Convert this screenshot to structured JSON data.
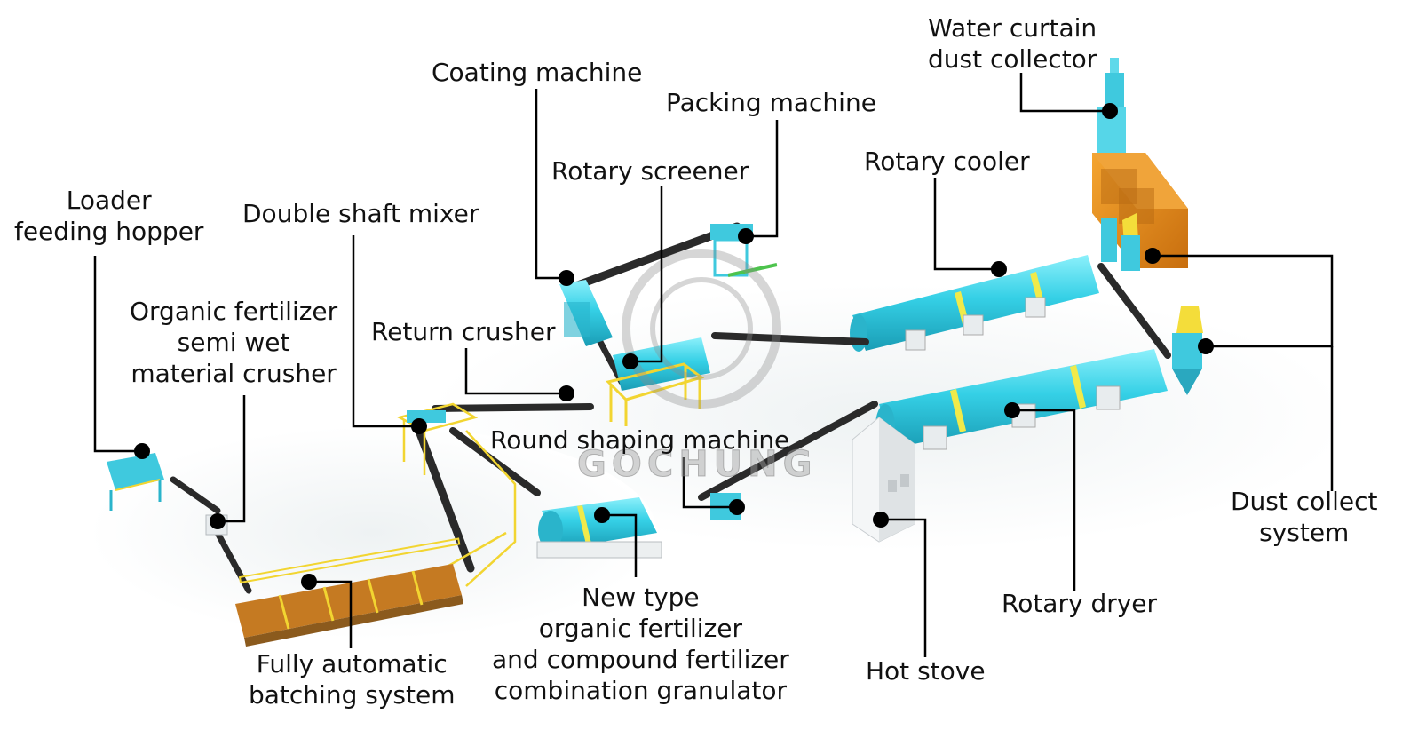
{
  "labels": {
    "water_curtain": [
      "Water curtain",
      "dust collector"
    ],
    "coating": [
      "Coating machine"
    ],
    "packing": [
      "Packing machine"
    ],
    "rotary_screener": [
      "Rotary screener"
    ],
    "rotary_cooler": [
      "Rotary cooler"
    ],
    "loader": [
      "Loader",
      "feeding hopper"
    ],
    "double_shaft": [
      "Double shaft mixer"
    ],
    "semi_wet": [
      "Organic fertilizer",
      "semi wet",
      "material crusher"
    ],
    "return_crusher": [
      "Return crusher"
    ],
    "round_shaping": [
      "Round shaping machine"
    ],
    "dust_collect": [
      "Dust collect",
      "system"
    ],
    "new_type": [
      "New type",
      "organic fertilizer",
      "and compound fertilizer",
      "combination granulator"
    ],
    "rotary_dryer": [
      "Rotary dryer"
    ],
    "hot_stove": [
      "Hot stove"
    ],
    "batching": [
      "Fully automatic",
      "batching system"
    ]
  },
  "watermark": {
    "logo_text": "GOCHUNG"
  },
  "colors": {
    "machine_cyan": "#3fd6e8",
    "machine_dark": "#1f8fa6",
    "conveyor": "#2b2b2b",
    "dust_box": "#e08a1a",
    "yellow_frame": "#f2d531",
    "batching_bins": "#d8882a",
    "leader_line": "#000000"
  }
}
